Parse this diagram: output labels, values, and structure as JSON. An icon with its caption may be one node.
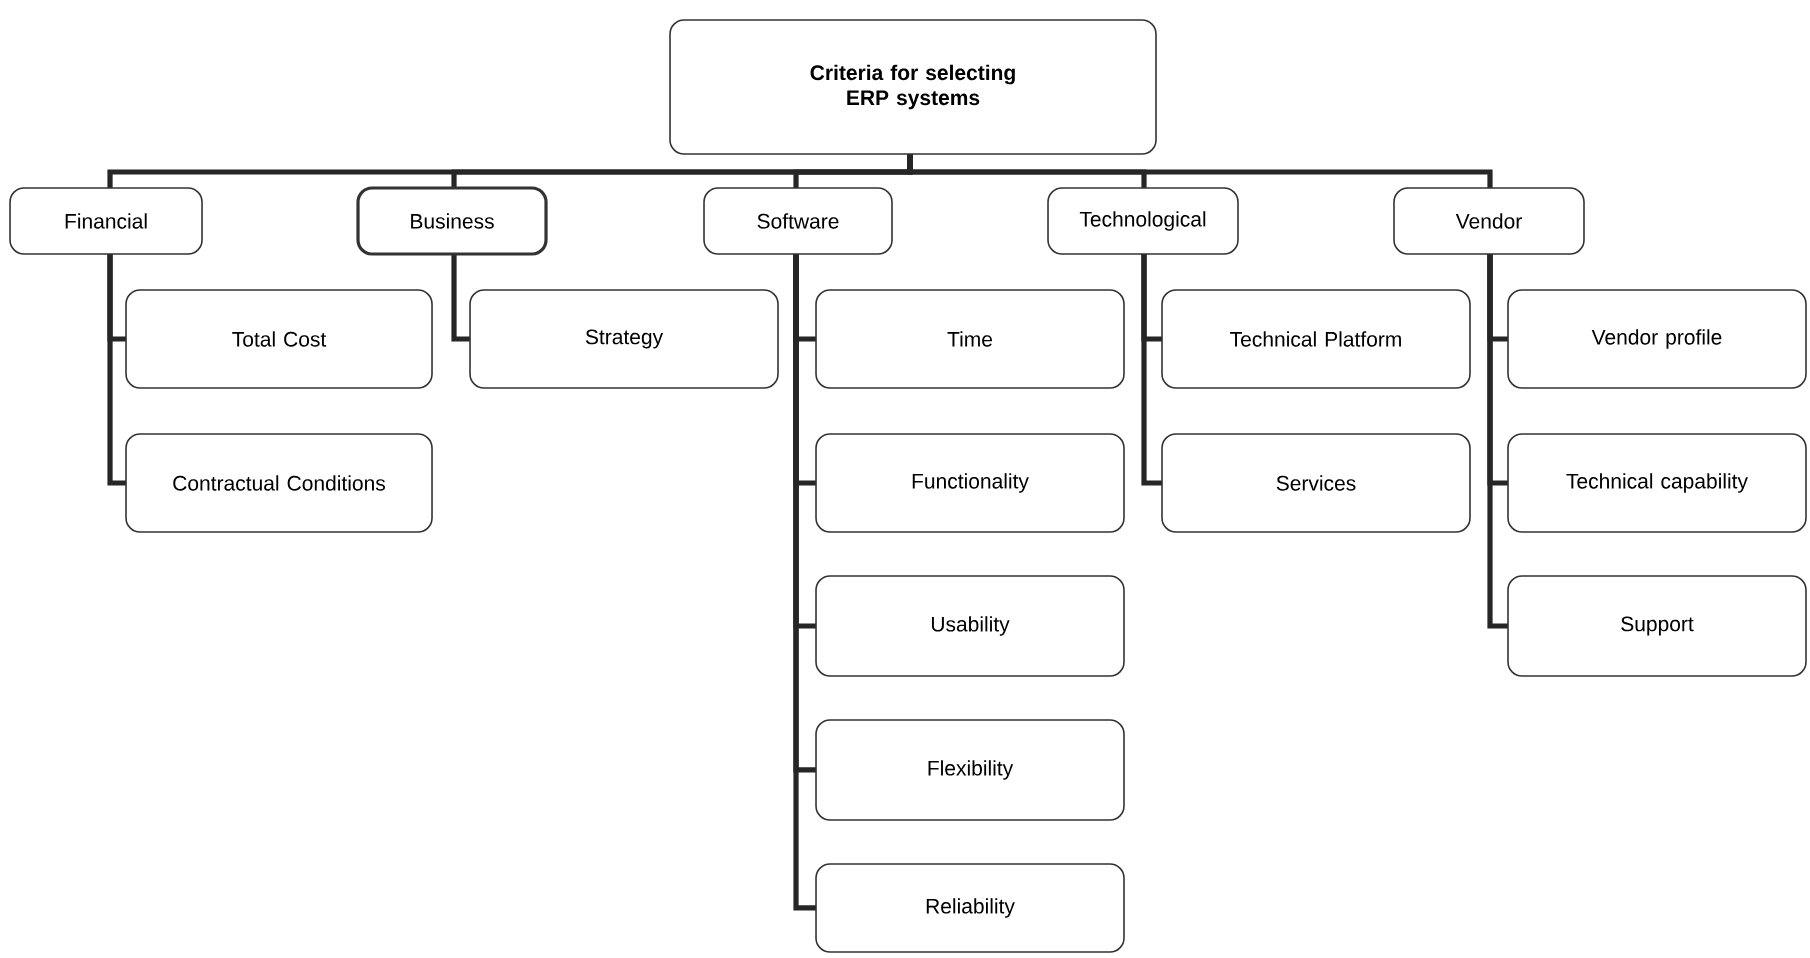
{
  "diagram": {
    "nodes": [
      {
        "text": [
          "Criteria for selecting ERP systems"
        ]
      },
      {
        "text": [
          "Financial"
        ]
      },
      {
        "text": [
          "Business"
        ]
      },
      {
        "text": [
          "Software"
        ]
      },
      {
        "text": [
          "Technological"
        ]
      },
      {
        "text": [
          "Vendor"
        ]
      },
      {
        "text": [
          "Total Cost"
        ]
      },
      {
        "text": [
          "Contractual Conditions"
        ]
      },
      {
        "text": [
          "Strategy"
        ]
      },
      {
        "text": [
          "Time"
        ]
      },
      {
        "text": [
          "Functionality"
        ]
      },
      {
        "text": [
          "Usability"
        ]
      },
      {
        "text": [
          "Flexibility"
        ]
      },
      {
        "text": [
          "Reliability"
        ]
      },
      {
        "text": [
          "Technical Platform"
        ]
      },
      {
        "text": [
          "Services"
        ]
      },
      {
        "text": [
          "Vendor profile"
        ]
      },
      {
        "text": [
          "Technical capability"
        ]
      },
      {
        "text": [
          "Support"
        ]
      }
    ],
    "edges": [
      {
        "from": 0,
        "to": 1,
        "arrow": "none"
      },
      {
        "from": 0,
        "to": 2,
        "arrow": "none"
      },
      {
        "from": 0,
        "to": 3,
        "arrow": "none"
      },
      {
        "from": 0,
        "to": 4,
        "arrow": "none"
      },
      {
        "from": 0,
        "to": 5,
        "arrow": "none"
      },
      {
        "from": 1,
        "to": 6,
        "arrow": "none"
      },
      {
        "from": 1,
        "to": 7,
        "arrow": "none"
      },
      {
        "from": 2,
        "to": 8,
        "arrow": "none"
      },
      {
        "from": 3,
        "to": 9,
        "arrow": "none"
      },
      {
        "from": 3,
        "to": 10,
        "arrow": "none"
      },
      {
        "from": 3,
        "to": 11,
        "arrow": "none"
      },
      {
        "from": 3,
        "to": 12,
        "arrow": "none"
      },
      {
        "from": 3,
        "to": 13,
        "arrow": "none"
      },
      {
        "from": 4,
        "to": 14,
        "arrow": "none"
      },
      {
        "from": 4,
        "to": 15,
        "arrow": "none"
      },
      {
        "from": 5,
        "to": 16,
        "arrow": "none"
      },
      {
        "from": 5,
        "to": 17,
        "arrow": "none"
      },
      {
        "from": 5,
        "to": 18,
        "arrow": "none"
      }
    ]
  }
}
